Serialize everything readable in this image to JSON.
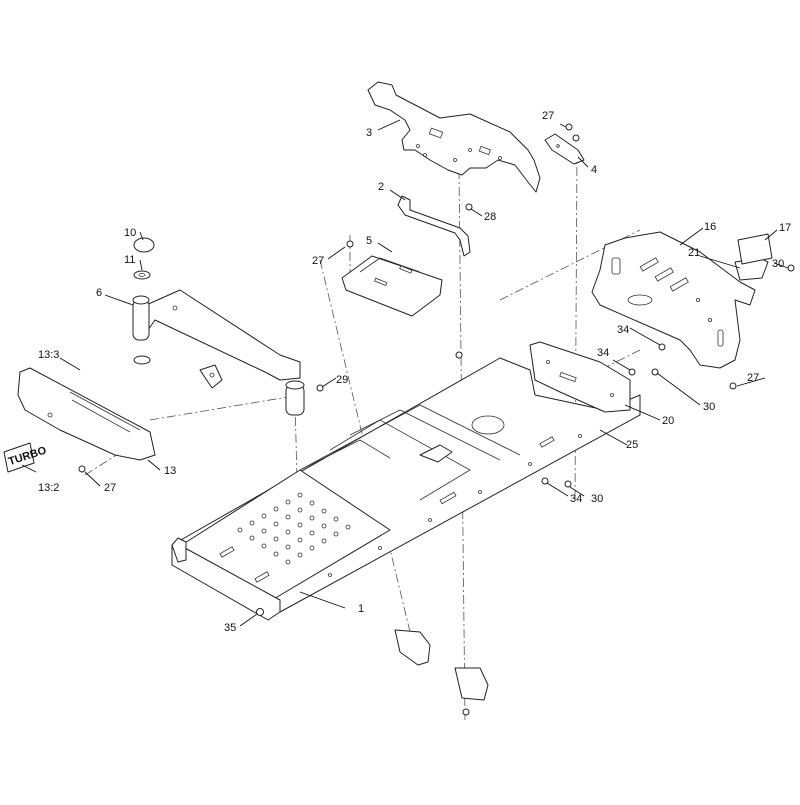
{
  "diagram": {
    "callouts": [
      {
        "id": "c1",
        "label": "1"
      },
      {
        "id": "c2",
        "label": "2"
      },
      {
        "id": "c3",
        "label": "3"
      },
      {
        "id": "c4",
        "label": "4"
      },
      {
        "id": "c5",
        "label": "5"
      },
      {
        "id": "c6",
        "label": "6"
      },
      {
        "id": "c10",
        "label": "10"
      },
      {
        "id": "c11",
        "label": "11"
      },
      {
        "id": "c13",
        "label": "13"
      },
      {
        "id": "c13_2",
        "label": "13:2"
      },
      {
        "id": "c13_3",
        "label": "13:3"
      },
      {
        "id": "c16",
        "label": "16"
      },
      {
        "id": "c17",
        "label": "17"
      },
      {
        "id": "c20",
        "label": "20"
      },
      {
        "id": "c21",
        "label": "21"
      },
      {
        "id": "c25",
        "label": "25"
      },
      {
        "id": "c27a",
        "label": "27"
      },
      {
        "id": "c27b",
        "label": "27"
      },
      {
        "id": "c27c",
        "label": "27"
      },
      {
        "id": "c27d",
        "label": "27"
      },
      {
        "id": "c28",
        "label": "28"
      },
      {
        "id": "c29",
        "label": "29"
      },
      {
        "id": "c30a",
        "label": "30"
      },
      {
        "id": "c30b",
        "label": "30"
      },
      {
        "id": "c30c",
        "label": "30"
      },
      {
        "id": "c34a",
        "label": "34"
      },
      {
        "id": "c34b",
        "label": "34"
      },
      {
        "id": "c34c",
        "label": "34"
      },
      {
        "id": "c35",
        "label": "35"
      }
    ],
    "decal_text": "TURBO"
  }
}
